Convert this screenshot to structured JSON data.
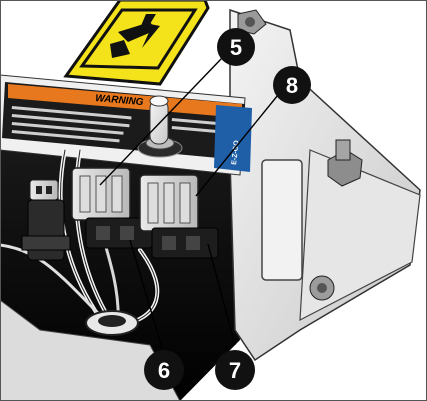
{
  "warning_label": {
    "heading": "WARNING",
    "side_tag": "E-Z-GO"
  },
  "callouts": [
    {
      "label": "5",
      "name": "callout-5"
    },
    {
      "label": "8",
      "name": "callout-8"
    },
    {
      "label": "6",
      "name": "callout-6"
    },
    {
      "label": "7",
      "name": "callout-7"
    }
  ],
  "colors": {
    "warning_yellow": "#f4e21a",
    "warning_orange": "#e8781e",
    "callout_fill": "#111111",
    "label_blue": "#1f5fa8"
  }
}
